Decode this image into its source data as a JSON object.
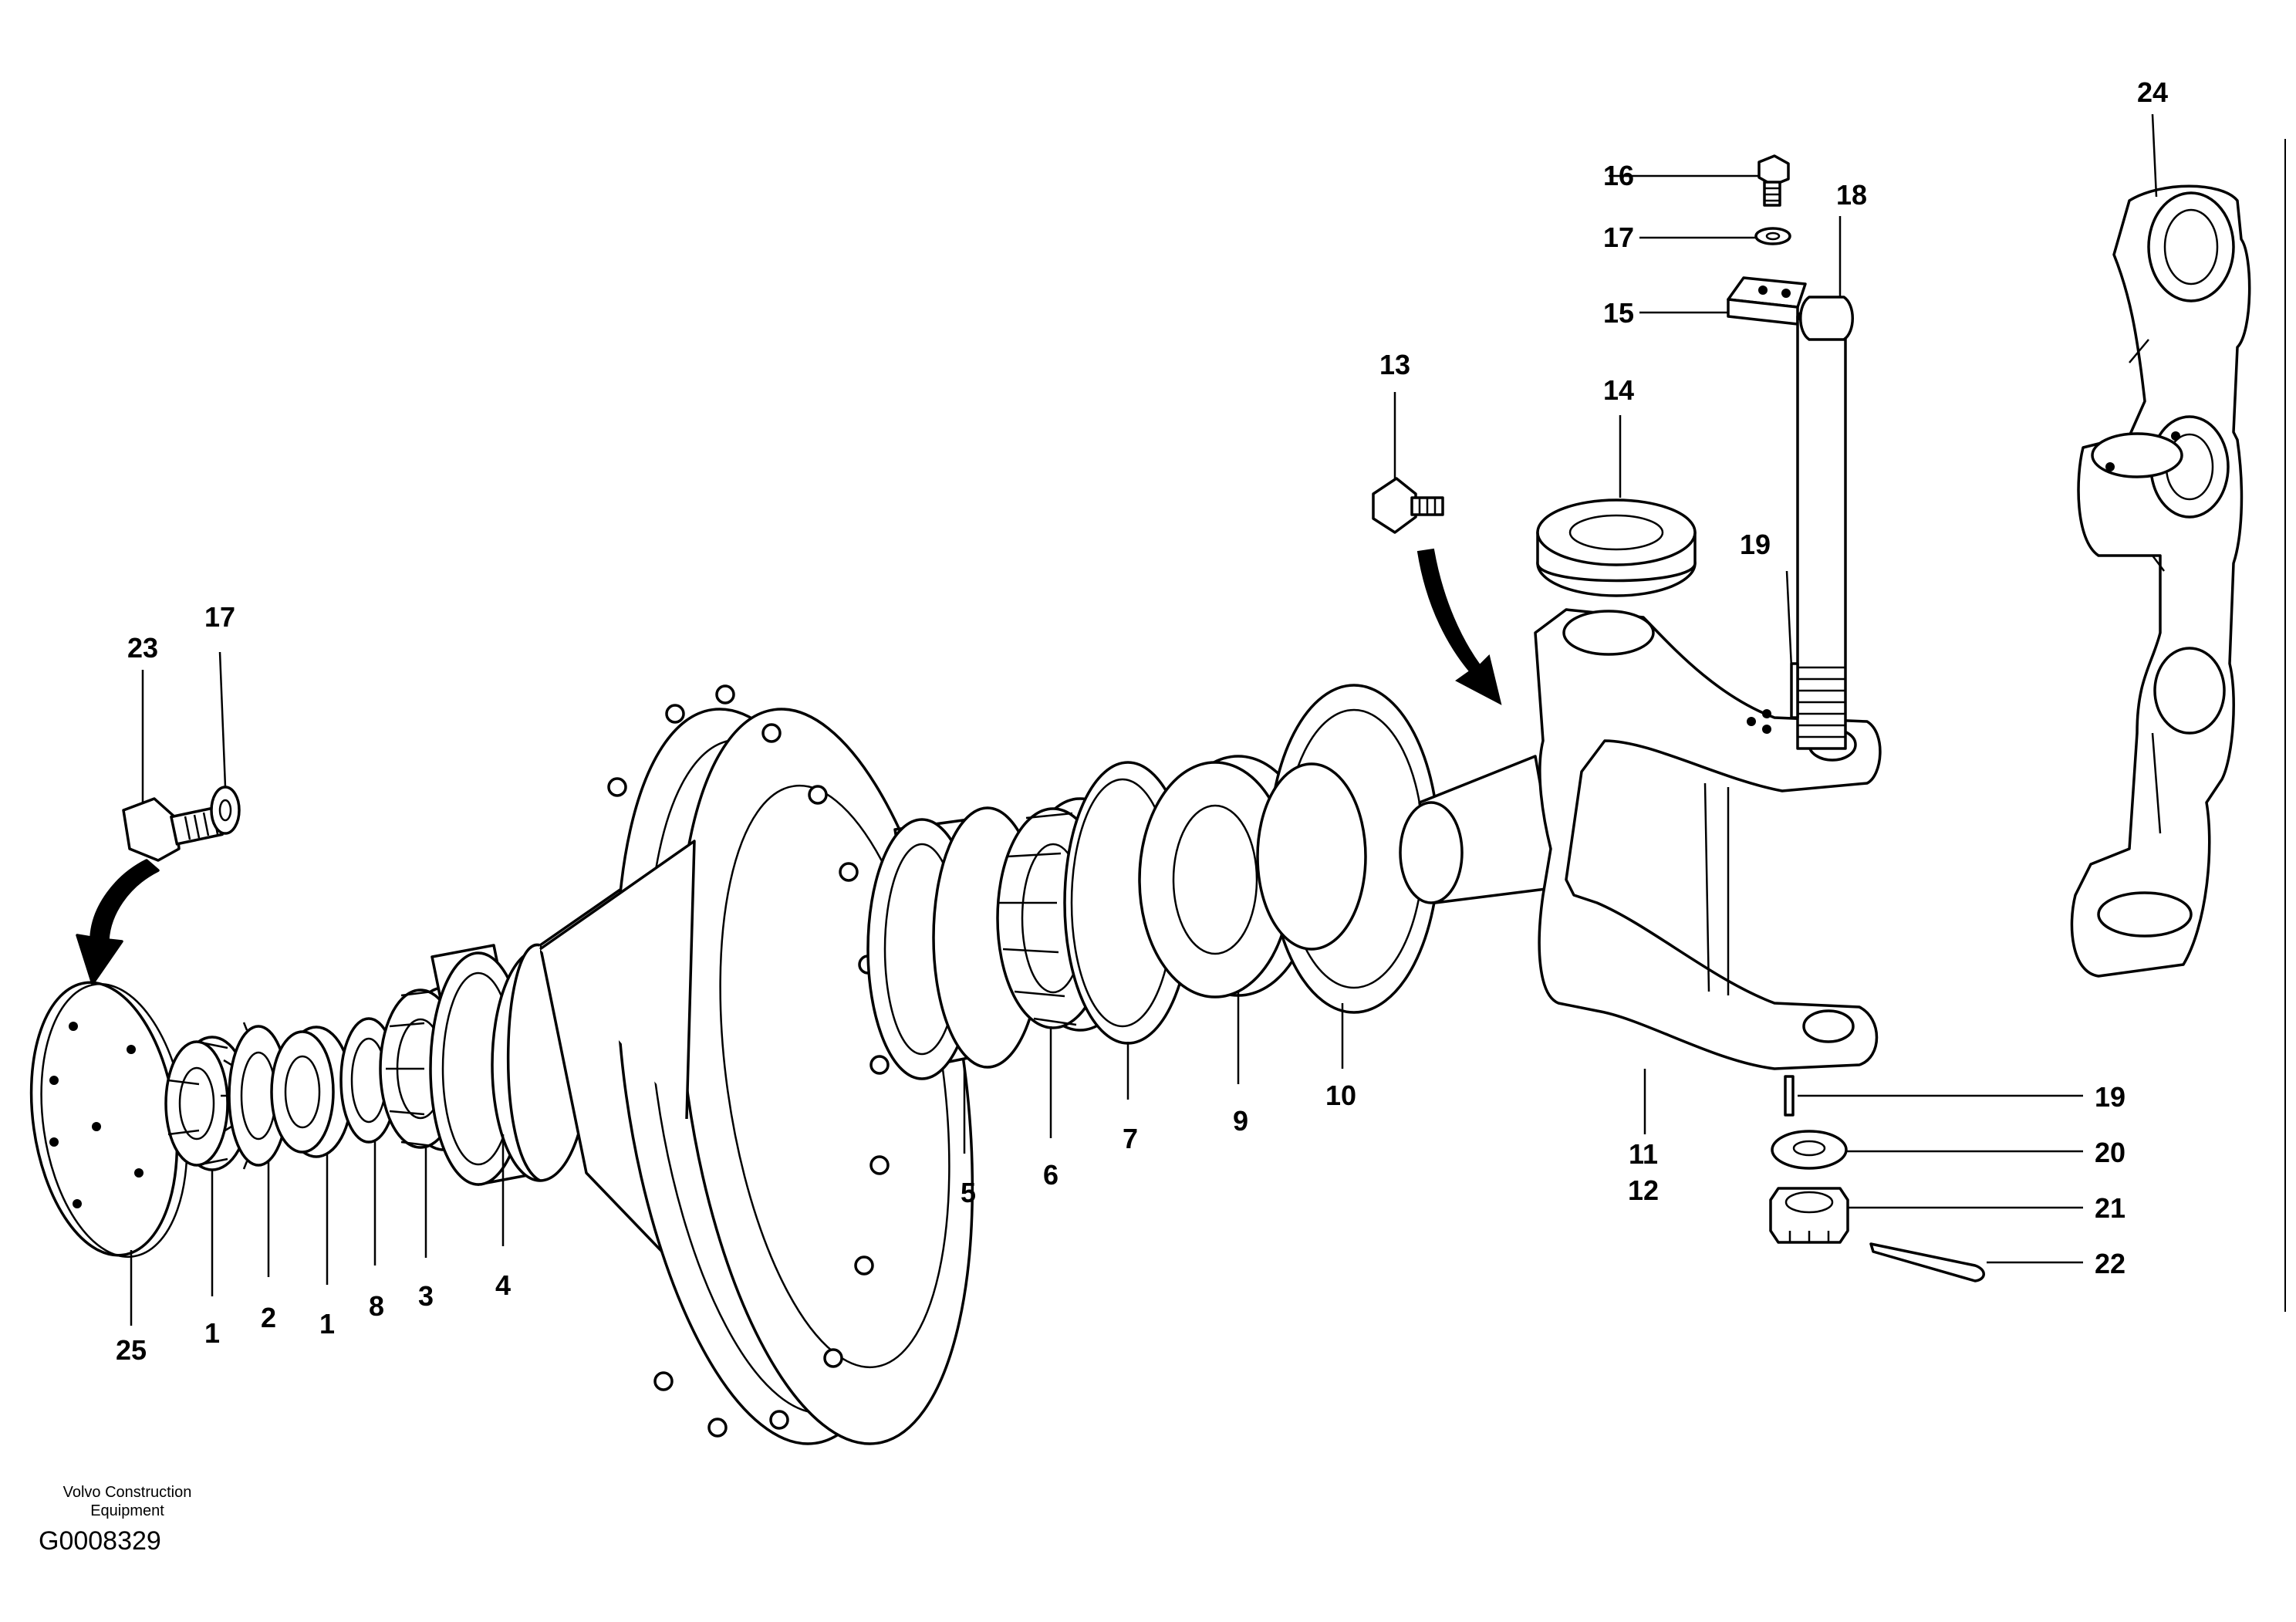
{
  "figure": {
    "company": "Volvo Construction Equipment",
    "drawing_id": "G0008329"
  },
  "callouts": {
    "c1a": "1",
    "c2": "2",
    "c1b": "1",
    "c8": "8",
    "c3": "3",
    "c4": "4",
    "c5": "5",
    "c6": "6",
    "c7": "7",
    "c9": "9",
    "c10": "10",
    "c11": "11",
    "c12": "12",
    "c13": "13",
    "c14": "14",
    "c15": "15",
    "c16": "16",
    "c17a": "17",
    "c17b": "17",
    "c18": "18",
    "c19a": "19",
    "c19b": "19",
    "c20": "20",
    "c21": "21",
    "c22": "22",
    "c23": "23",
    "c24": "24",
    "c25": "25"
  }
}
